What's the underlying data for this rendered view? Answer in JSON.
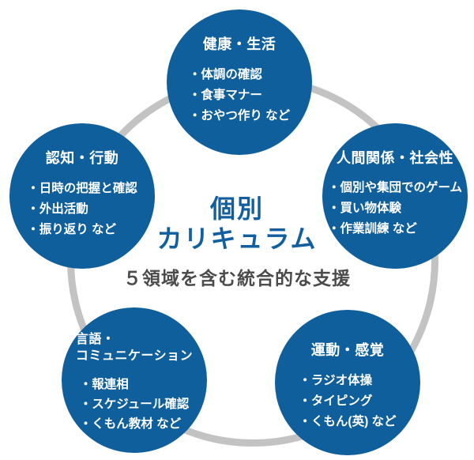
{
  "center": {
    "title": "個別\nカリキュラム",
    "subtitle": "５領域を含む統合的な支援"
  },
  "circles": [
    {
      "id": "health-life",
      "title": "健康・生活",
      "items": [
        "・体調の確認",
        "・食事マナー",
        "・おやつ作り など"
      ]
    },
    {
      "id": "cognition-behavior",
      "title": "認知・行動",
      "items": [
        "・日時の把握と確認",
        "・外出活動",
        "・振り返り など"
      ]
    },
    {
      "id": "relationships-sociality",
      "title": "人間関係・社会性",
      "items": [
        "・個別や集団でのゲーム",
        "・買い物体験",
        "・作業訓練 など"
      ]
    },
    {
      "id": "language-communication",
      "title": "言語・\nコミュニケーション",
      "items": [
        "・報連相",
        "・スケジュール確認",
        "・くもん教材 など"
      ]
    },
    {
      "id": "movement-sense",
      "title": "運動・感覚",
      "items": [
        "・ラジオ体操",
        "・タイピング",
        "・くもん(英) など"
      ]
    }
  ],
  "colors": {
    "circle_blue": "#0f5f9c",
    "center_blue": "#115f9f",
    "subtitle_gray": "#4b4b4b",
    "ring_gray": "#c3c3c3",
    "text_white": "#ffffff"
  }
}
